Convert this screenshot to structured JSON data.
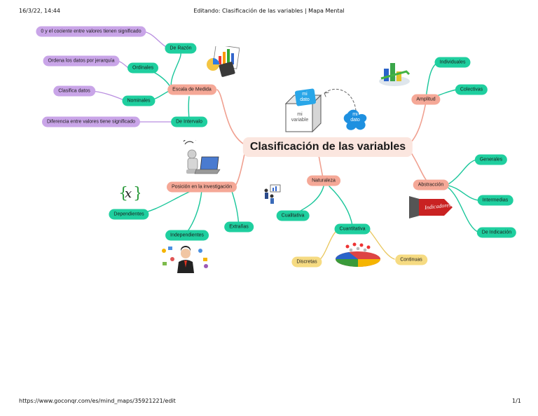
{
  "header": {
    "datetime": "16/3/22, 14:44",
    "title": "Editando: Clasificación de las variables | Mapa Mental"
  },
  "footer": {
    "url": "https://www.goconqr.com/es/mind_maps/35921221/edit",
    "page": "1/1"
  },
  "map": {
    "central": "Clasificación de las variables",
    "escala": {
      "label": "Escala de Medida",
      "razon": "De Razón",
      "razon_desc": "0 y el cociente entre valores tienen significado",
      "ordinales": "Ordinales",
      "ordinales_desc": "Ordena los datos por jerarquía",
      "nominales": "Nominales",
      "nominales_desc": "Clasifica datos",
      "intervalo": "De Intervalo",
      "intervalo_desc": "Diferencia entre valores tiene significado"
    },
    "posicion": {
      "label": "Posición en la investigación",
      "dependientes": "Dependientes",
      "independientes": "Independientes",
      "extranas": "Extrañas"
    },
    "naturaleza": {
      "label": "Naturaleza",
      "cualitativa": "Cualitativa",
      "cuantitativa": "Cuantitativa",
      "discretas": "Discretas",
      "continuas": "Continuas"
    },
    "amplitud": {
      "label": "Amplitud",
      "individuales": "Individuales",
      "colectivas": "Colectivas"
    },
    "abstraccion": {
      "label": "Abstracción",
      "generales": "Generales",
      "intermedias": "Intermedias",
      "indicacion": "De Indicación"
    },
    "illustration": {
      "cube_text": "mi\nvariable",
      "cube_blob": "mi\ndato",
      "blob": "mi\ndato",
      "sign_text": "Indicadores"
    }
  },
  "colors": {
    "teal": "#1fcf9f",
    "salmon": "#f5a897",
    "purple": "#c9a5e8",
    "yellow": "#f6db82",
    "central_bg": "#fbe6df",
    "link_red": "#f0a090",
    "link_teal": "#19c69a"
  }
}
